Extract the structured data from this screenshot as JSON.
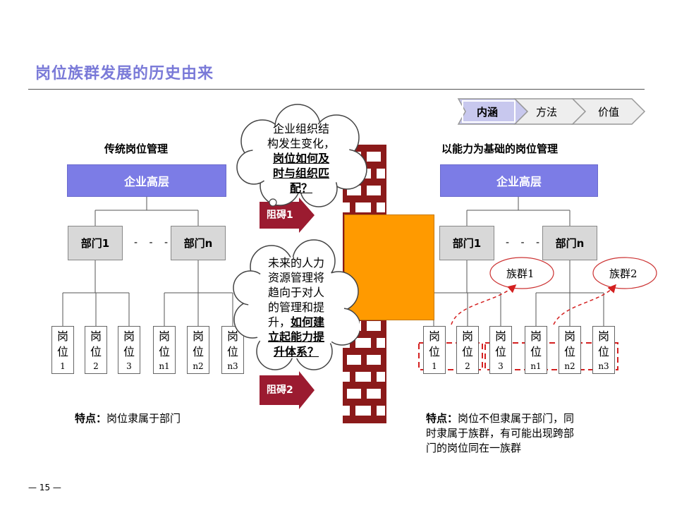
{
  "page_title": "岗位族群发展的历史由来",
  "nav_chevrons": [
    {
      "label": "内涵",
      "active": true
    },
    {
      "label": "方法",
      "active": false
    },
    {
      "label": "价值",
      "active": false
    }
  ],
  "left": {
    "heading": "传统岗位管理",
    "top_box": "企业高层",
    "dept1": "部门1",
    "deptn": "部门n",
    "dots": "- - -",
    "posts": [
      {
        "ch": [
          "岗",
          "位"
        ],
        "num": "1"
      },
      {
        "ch": [
          "岗",
          "位"
        ],
        "num": "2"
      },
      {
        "ch": [
          "岗",
          "位"
        ],
        "num": "3"
      },
      {
        "ch": [
          "岗",
          "位"
        ],
        "num": "n1"
      },
      {
        "ch": [
          "岗",
          "位"
        ],
        "num": "n2"
      },
      {
        "ch": [
          "岗",
          "位"
        ],
        "num": "n3"
      }
    ],
    "feature_label": "特点：",
    "feature_text": "岗位隶属于部门"
  },
  "right": {
    "heading": "以能力为基础的岗位管理",
    "top_box": "企业高层",
    "dept1": "部门1",
    "deptn": "部门n",
    "dots": "- - -",
    "posts": [
      {
        "ch": [
          "岗",
          "位"
        ],
        "num": "1"
      },
      {
        "ch": [
          "岗",
          "位"
        ],
        "num": "2"
      },
      {
        "ch": [
          "岗",
          "位"
        ],
        "num": "3"
      },
      {
        "ch": [
          "岗",
          "位"
        ],
        "num": "n1"
      },
      {
        "ch": [
          "岗",
          "位"
        ],
        "num": "n2"
      },
      {
        "ch": [
          "岗",
          "位"
        ],
        "num": "n3"
      }
    ],
    "group1": "族群1",
    "group2": "族群2",
    "feature_label": "特点：",
    "feature_text_1": "岗位不但隶属于部门，同",
    "feature_text_2": "时隶属于族群，有可能出现跨部",
    "feature_text_3": "门的岗位同在一族群"
  },
  "cloud1": {
    "line1": "企业组织结",
    "line2": "构发生变化，",
    "line3": "岗位如何及",
    "line4": "时与组织匹",
    "line5": "配？"
  },
  "cloud2": {
    "line1": "未来的人力",
    "line2": "资源管理将",
    "line3": "趋向于对人",
    "line4": "的管理和提",
    "line5a": "升，",
    "line5b": "如何建",
    "line6": "立起能力提",
    "line7": "升体系？"
  },
  "barrier1": "阻碍1",
  "barrier2": "阻碍2",
  "page_number": "— 15 —",
  "colors": {
    "title": "#7a7ad8",
    "top_box": "#7c7ce6",
    "dept_box": "#d8d8d8",
    "brick": "#8b1a1a",
    "orange_block": "#ff9a00",
    "arrow": "#9b1b30",
    "dashed": "#d42020"
  }
}
